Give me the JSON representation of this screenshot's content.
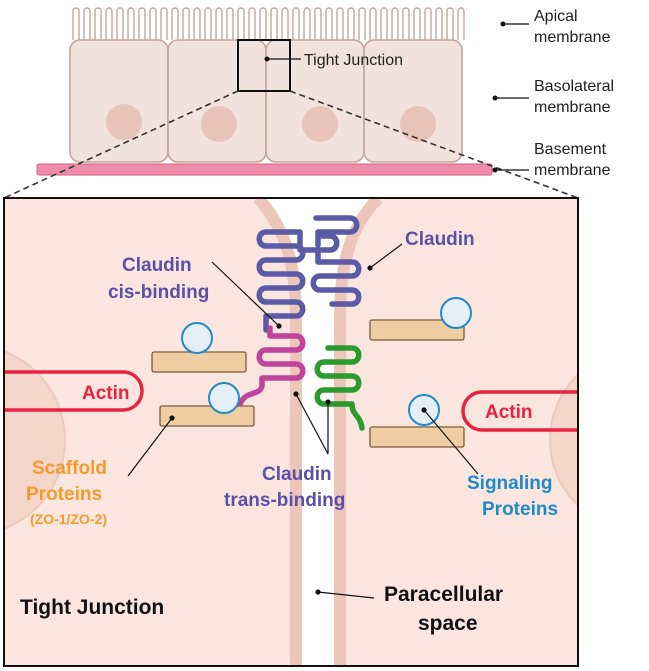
{
  "labels": {
    "tight_junction_top": "Tight Junction",
    "apical_1": "Apical",
    "apical_2": "membrane",
    "basolateral_1": "Basolateral",
    "basolateral_2": "membrane",
    "basement_1": "Basement",
    "basement_2": "membrane",
    "claudin": "Claudin",
    "cis_1": "Claudin",
    "cis_2": "cis-binding",
    "trans_1": "Claudin",
    "trans_2": "trans-binding",
    "actin_left": "Actin",
    "actin_right": "Actin",
    "scaffold_1": "Scaffold",
    "scaffold_2": "Proteins",
    "scaffold_3": "(ZO-1/ZO-2)",
    "signaling_1": "Signaling",
    "signaling_2": "Proteins",
    "tight_junction_bottom": "Tight Junction",
    "paracellular_1": "Paracellular",
    "paracellular_2": "space"
  },
  "colors": {
    "cell_fill": "#f2e2dc",
    "cell_stroke": "#c5a59a",
    "nucleus": "#e7c3ba",
    "basement": "#f08cab",
    "panel_fill": "#fbe6df",
    "claudin_blue": "#5a5aa6",
    "claudin_magenta": "#c0449a",
    "claudin_green": "#2c9a2c",
    "scaffold": "#f0cea4",
    "signaling": "#e4eef7",
    "actin": "#e8223f",
    "text_purple": "#5b4fa6",
    "text_orange": "#f39a2a",
    "text_blue": "#1f8ac8"
  }
}
